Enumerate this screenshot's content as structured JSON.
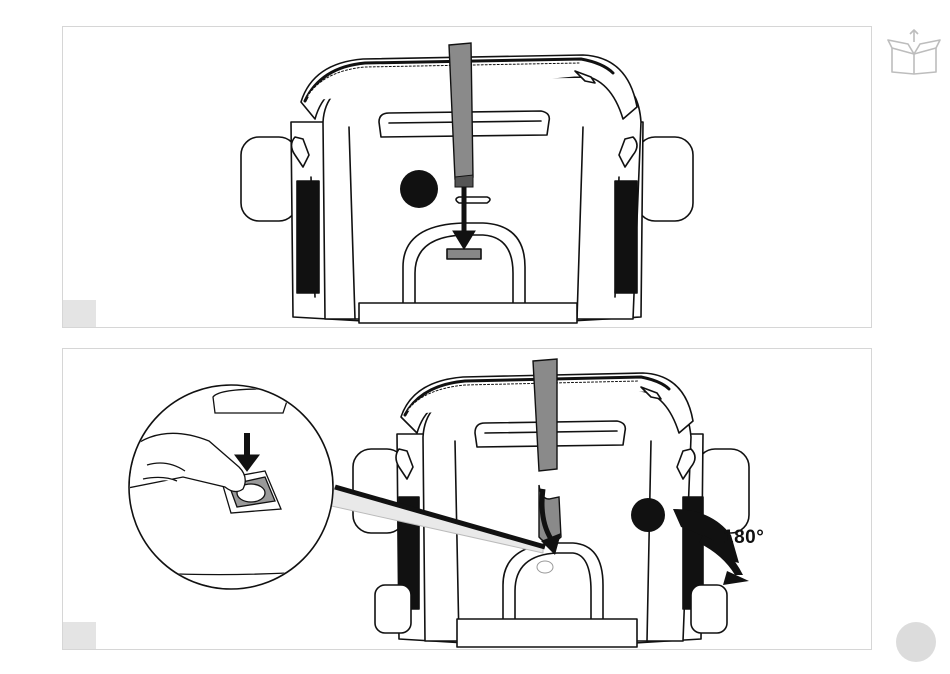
{
  "panels": [
    {
      "id": "step-1",
      "step_marker": ""
    },
    {
      "id": "step-2",
      "step_marker": "",
      "rotation_label": "180°"
    }
  ],
  "icons": {
    "corner": "open-box-icon",
    "page": "page-number-dot"
  }
}
